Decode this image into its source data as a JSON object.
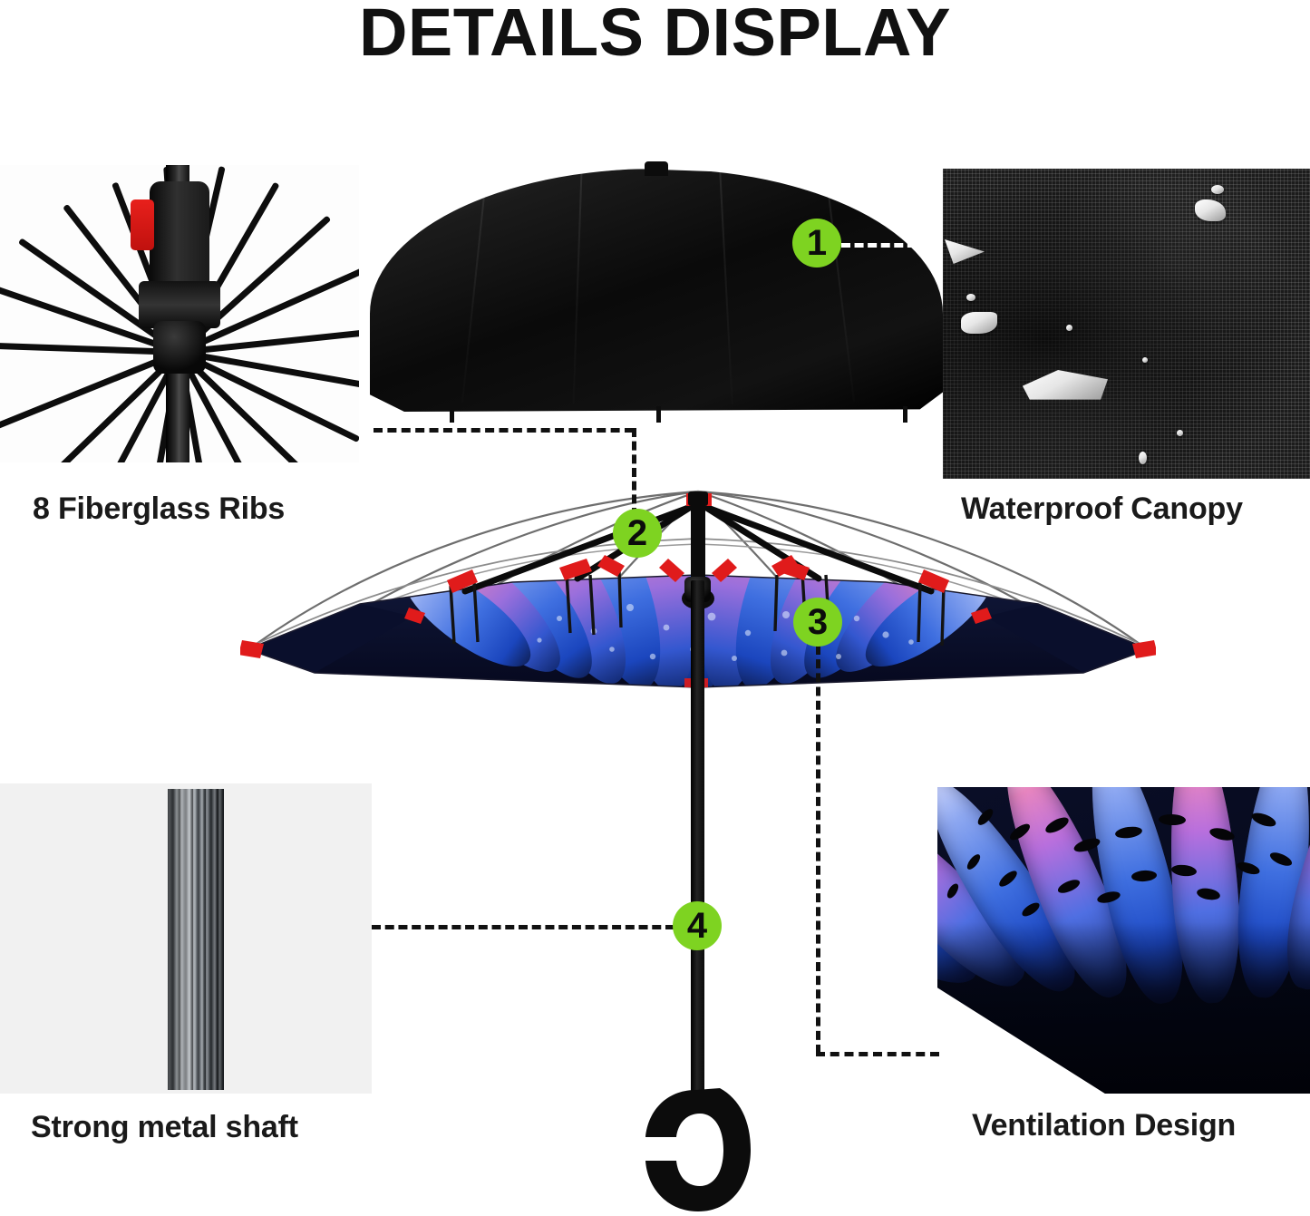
{
  "page": {
    "title": "DETAILS DISPLAY",
    "background_color": "#ffffff",
    "accent_color": "#7ed321",
    "text_color": "#1a1a1a",
    "connector_color": "#111111"
  },
  "features": [
    {
      "number": "1",
      "label": "Waterproof Canopy",
      "panel": "waterproof-fabric-macro"
    },
    {
      "number": "2",
      "label": "8 Fiberglass Ribs",
      "panel": "fiberglass-ribs-macro"
    },
    {
      "number": "3",
      "label": "Ventilation Design",
      "panel": "ventilation-macro"
    },
    {
      "number": "4",
      "label": "Strong metal shaft",
      "panel": "metal-shaft-macro"
    }
  ],
  "badges": {
    "one": "1",
    "two": "2",
    "three": "3",
    "four": "4"
  },
  "captions": {
    "ribs": "8 Fiberglass Ribs",
    "waterproof": "Waterproof Canopy",
    "shaft": "Strong metal shaft",
    "ventilation": "Ventilation Design"
  },
  "product": {
    "type": "inverted reverse folding umbrella",
    "canopy_outer_color": "#0a0a0a",
    "canopy_inner_pattern": "blue and pink flower petals with water droplets",
    "rib_tip_color": "#e01b1b",
    "handle_style": "C-shaped hook handle",
    "shaft_color": "#0a0a0a"
  }
}
